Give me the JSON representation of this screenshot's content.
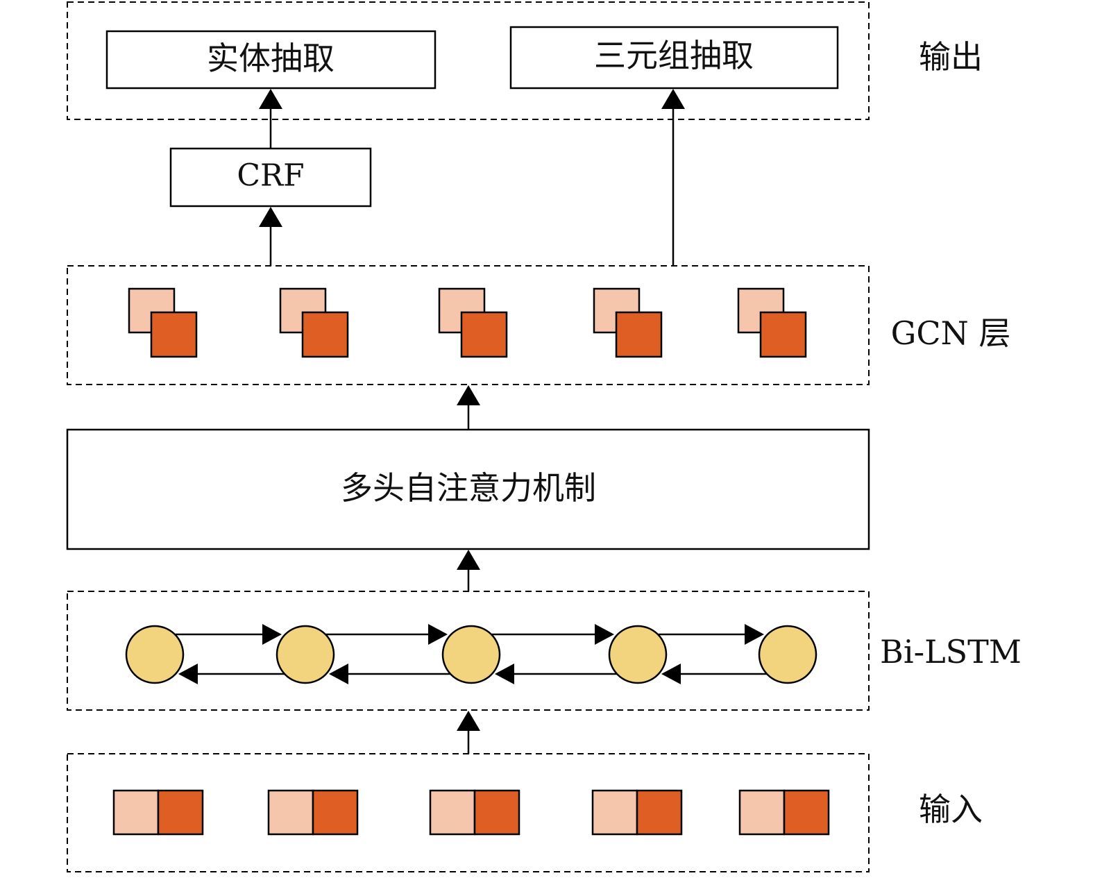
{
  "colors": {
    "light": "#F5C6AB",
    "dark": "#DE5E24",
    "node": "#F2D47E",
    "line": "#000000"
  },
  "layers": {
    "output": {
      "label": "输出",
      "entity_box": "实体抽取",
      "triple_box": "三元组抽取",
      "crf_box": "CRF"
    },
    "gcn": {
      "label": "GCN 层"
    },
    "attention": {
      "box": "多头自注意力机制"
    },
    "bilstm": {
      "label": "Bi-LSTM"
    },
    "input": {
      "label": "输入"
    }
  }
}
